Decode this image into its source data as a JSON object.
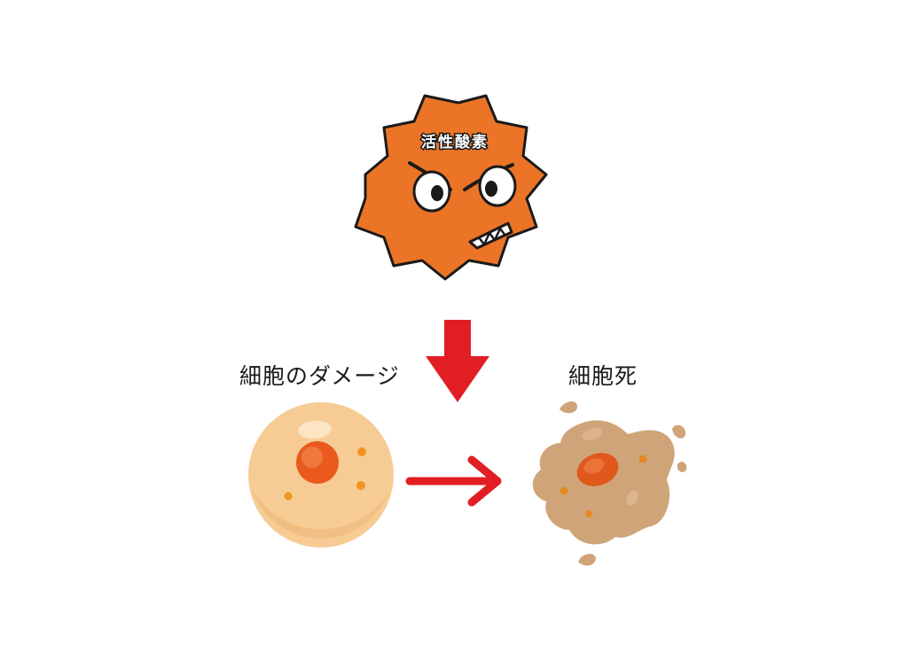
{
  "radical": {
    "label": "活性酸素",
    "icon": "angry-spiky-radical-icon"
  },
  "cells": {
    "damage_label": "細胞のダメージ",
    "death_label": "細胞死",
    "healthy_icon": "healthy-cell-icon",
    "dying_icon": "dying-cell-icon"
  },
  "arrows": {
    "down_icon": "down-arrow-icon",
    "right_icon": "right-arrow-icon"
  },
  "colors": {
    "radical_orange": "#ec7426",
    "arrow_red": "#e21e25",
    "cell_light": "#f6cc94",
    "cell_nucleus": "#ea5a1d",
    "dead_cell": "#cfa479"
  }
}
